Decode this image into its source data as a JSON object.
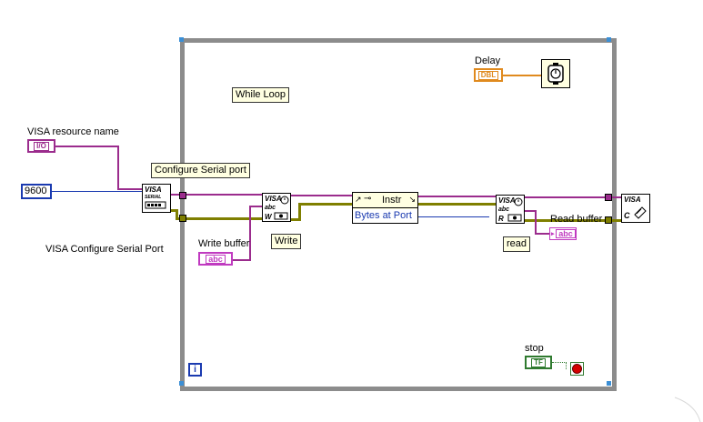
{
  "labels": {
    "delay": "Delay",
    "while_loop": "While Loop",
    "visa_resource_name": "VISA resource name",
    "configure_serial_port": "Configure Serial port",
    "visa_configure_serial_port": "VISA Configure Serial Port",
    "write_buffer": "Write buffer",
    "write": "Write",
    "read": "read",
    "read_buffer": "Read buffer",
    "stop": "stop"
  },
  "constants": {
    "baud_rate": "9600",
    "io_type": "I/O",
    "dbl_type": "DBL",
    "string_type": "abc",
    "bool_type": "TF"
  },
  "property_node": {
    "class": "Instr",
    "property": "Bytes at Port"
  },
  "icons": {
    "configure": "VISA SERIAL",
    "write": "VISA abc W",
    "read": "VISA abc R",
    "close": "VISA C",
    "iteration": "i"
  },
  "colors": {
    "loop_border": "#8c8c8c",
    "visa_wire": "#9b2c8d",
    "error_wire": "#7f7f00",
    "numeric_wire": "#1a3ab0",
    "dbl_wire": "#e08a1e",
    "bool_wire": "#2f7a2f"
  }
}
